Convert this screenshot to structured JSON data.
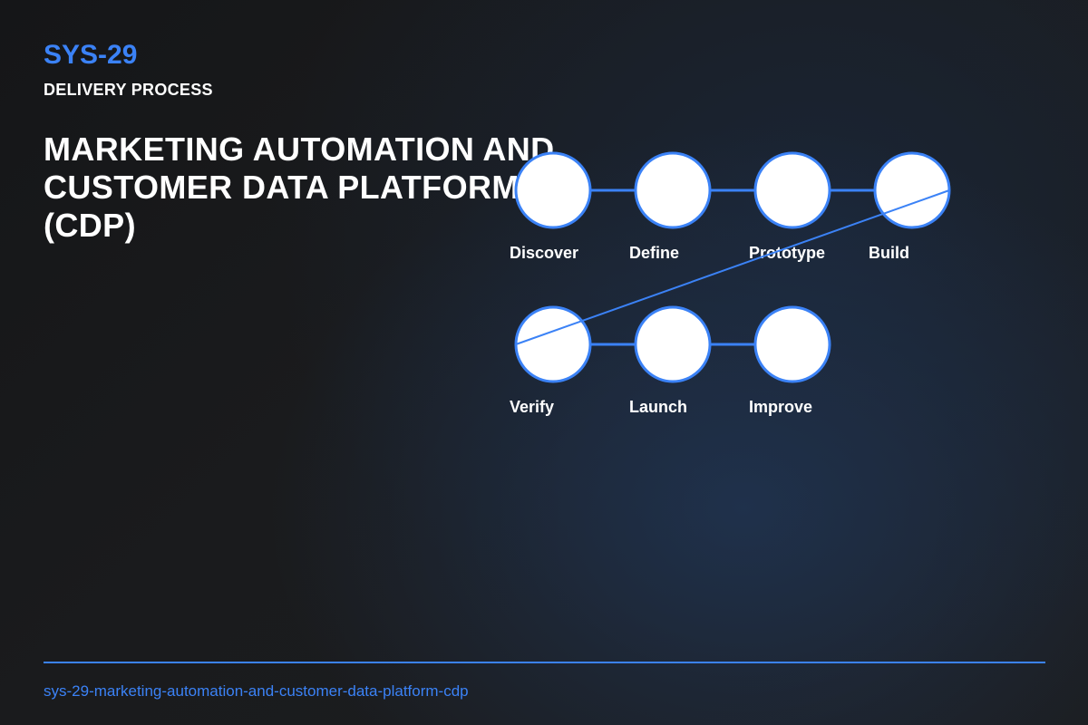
{
  "header": {
    "code": "SYS-29",
    "eyebrow": "DELIVERY PROCESS"
  },
  "title": "MARKETING AUTOMATION AND CUSTOMER DATA PLATFORM (CDP)",
  "process": {
    "steps": [
      {
        "label": "Discover"
      },
      {
        "label": "Define"
      },
      {
        "label": "Prototype"
      },
      {
        "label": "Build"
      },
      {
        "label": "Verify"
      },
      {
        "label": "Launch"
      },
      {
        "label": "Improve"
      }
    ]
  },
  "footer": {
    "slug": "sys-29-marketing-automation-and-customer-data-platform-cdp"
  },
  "colors": {
    "accent": "#3b82f6",
    "node_fill": "#ffffff",
    "text": "#ffffff"
  }
}
